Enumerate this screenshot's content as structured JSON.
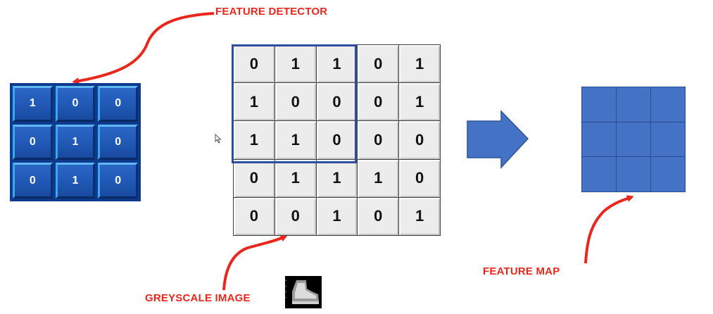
{
  "labels": {
    "feature_detector": "FEATURE DETECTOR",
    "greyscale_image": "GREYSCALE IMAGE",
    "feature_map": "FEATURE MAP"
  },
  "detector": [
    [
      "1",
      "0",
      "0"
    ],
    [
      "0",
      "1",
      "0"
    ],
    [
      "0",
      "1",
      "0"
    ]
  ],
  "image": [
    [
      "0",
      "1",
      "1",
      "0",
      "1"
    ],
    [
      "1",
      "0",
      "0",
      "0",
      "1"
    ],
    [
      "1",
      "1",
      "0",
      "0",
      "0"
    ],
    [
      "0",
      "1",
      "1",
      "1",
      "0"
    ],
    [
      "0",
      "0",
      "1",
      "0",
      "1"
    ]
  ],
  "colors": {
    "label": "#e8281e",
    "arrow": "#4472c4",
    "window": "#2b4e9e",
    "detector_tile": "#1f57b3",
    "feature_map_tile": "#4472c4"
  },
  "icons": {
    "cursor": "mouse-pointer-icon",
    "thumbnail": "boot-thumbnail-icon",
    "direction": "right-arrow-icon"
  }
}
